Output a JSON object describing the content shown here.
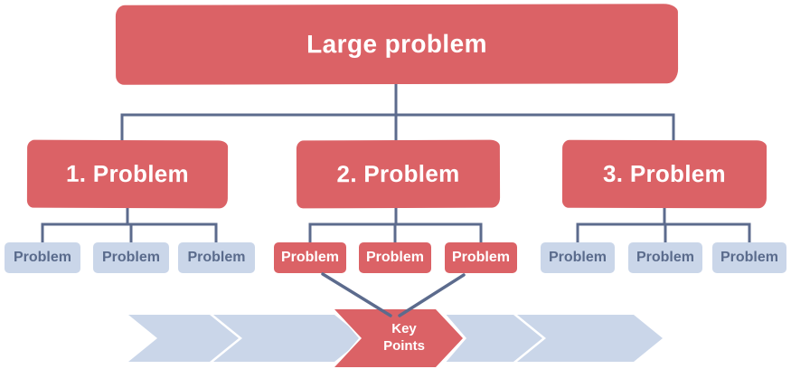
{
  "colors": {
    "red": "#DB6266",
    "light_blue": "#CAD6E9",
    "line": "#5C6B8D",
    "text_dark": "#5A6B8C",
    "text_light": "#FFFFFF",
    "background": "#FFFFFF"
  },
  "root": {
    "label": "Large problem"
  },
  "branches": [
    {
      "label": "1. Problem",
      "child_style": "light",
      "children": [
        "Problem",
        "Problem",
        "Problem"
      ]
    },
    {
      "label": "2. Problem",
      "child_style": "red",
      "children": [
        "Problem",
        "Problem",
        "Problem"
      ]
    },
    {
      "label": "3. Problem",
      "child_style": "light",
      "children": [
        "Problem",
        "Problem",
        "Problem"
      ]
    }
  ],
  "banner": {
    "highlight_label": "Key Points"
  }
}
